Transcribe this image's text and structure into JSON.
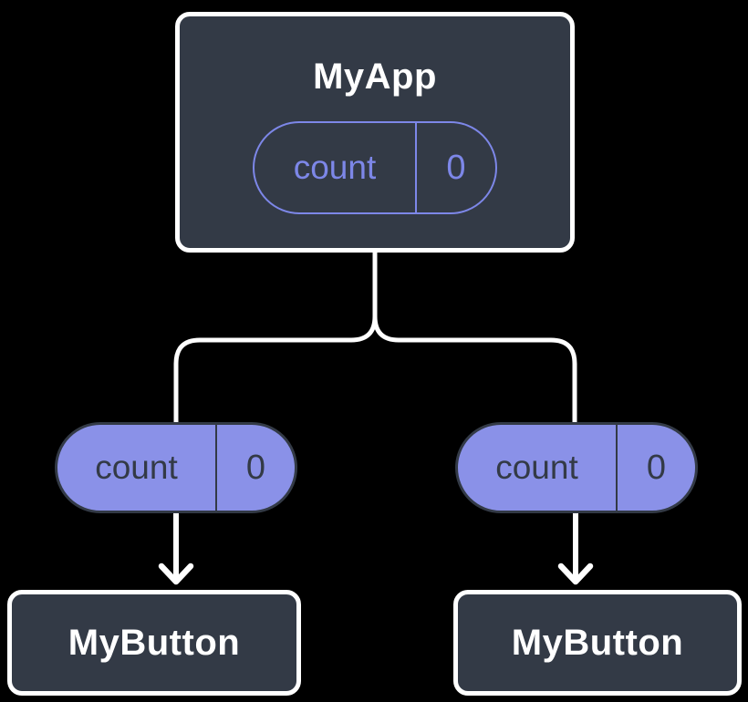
{
  "colors": {
    "background": "#000000",
    "node_bg": "#333A46",
    "node_border": "#FFFFFF",
    "accent_purple": "#8A91E8",
    "outline_purple": "#7D87E8",
    "dark_text": "#333A46",
    "light_text": "#FFFFFF",
    "connector": "#FFFFFF"
  },
  "app": {
    "title": "MyApp",
    "state": {
      "label": "count",
      "value": "0"
    }
  },
  "props": {
    "left": {
      "label": "count",
      "value": "0"
    },
    "right": {
      "label": "count",
      "value": "0"
    }
  },
  "buttons": {
    "left": {
      "title": "MyButton"
    },
    "right": {
      "title": "MyButton"
    }
  }
}
